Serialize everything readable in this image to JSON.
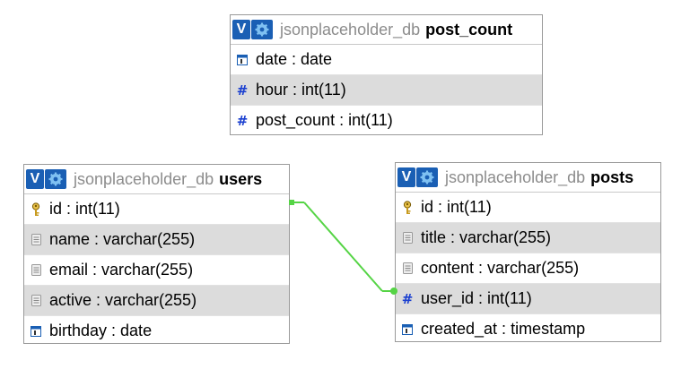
{
  "tables": [
    {
      "id": "post_count",
      "db": "jsonplaceholder_db",
      "name": "post_count",
      "fields": [
        {
          "label": "date : date",
          "icon": "date-icon"
        },
        {
          "label": "hour : int(11)",
          "icon": "number-icon"
        },
        {
          "label": "post_count : int(11)",
          "icon": "number-icon"
        }
      ]
    },
    {
      "id": "users",
      "db": "jsonplaceholder_db",
      "name": "users",
      "fields": [
        {
          "label": "id : int(11)",
          "icon": "primary-key-icon"
        },
        {
          "label": "name : varchar(255)",
          "icon": "text-icon"
        },
        {
          "label": "email : varchar(255)",
          "icon": "text-icon"
        },
        {
          "label": "active : varchar(255)",
          "icon": "text-icon"
        },
        {
          "label": "birthday : date",
          "icon": "date-icon"
        }
      ]
    },
    {
      "id": "posts",
      "db": "jsonplaceholder_db",
      "name": "posts",
      "fields": [
        {
          "label": "id : int(11)",
          "icon": "primary-key-icon"
        },
        {
          "label": "title : varchar(255)",
          "icon": "text-icon"
        },
        {
          "label": "content : varchar(255)",
          "icon": "text-icon"
        },
        {
          "label": "user_id : int(11)",
          "icon": "number-icon"
        },
        {
          "label": "created_at : timestamp",
          "icon": "date-icon"
        }
      ]
    }
  ],
  "relation": {
    "from": "users.id",
    "to": "posts.user_id",
    "color": "#55d445"
  },
  "colors": {
    "header_button": "#1a5fb4",
    "db_name": "#8c8c8c",
    "row_alt": "#dcdcdc"
  },
  "button_labels": {
    "toggle": "V"
  }
}
